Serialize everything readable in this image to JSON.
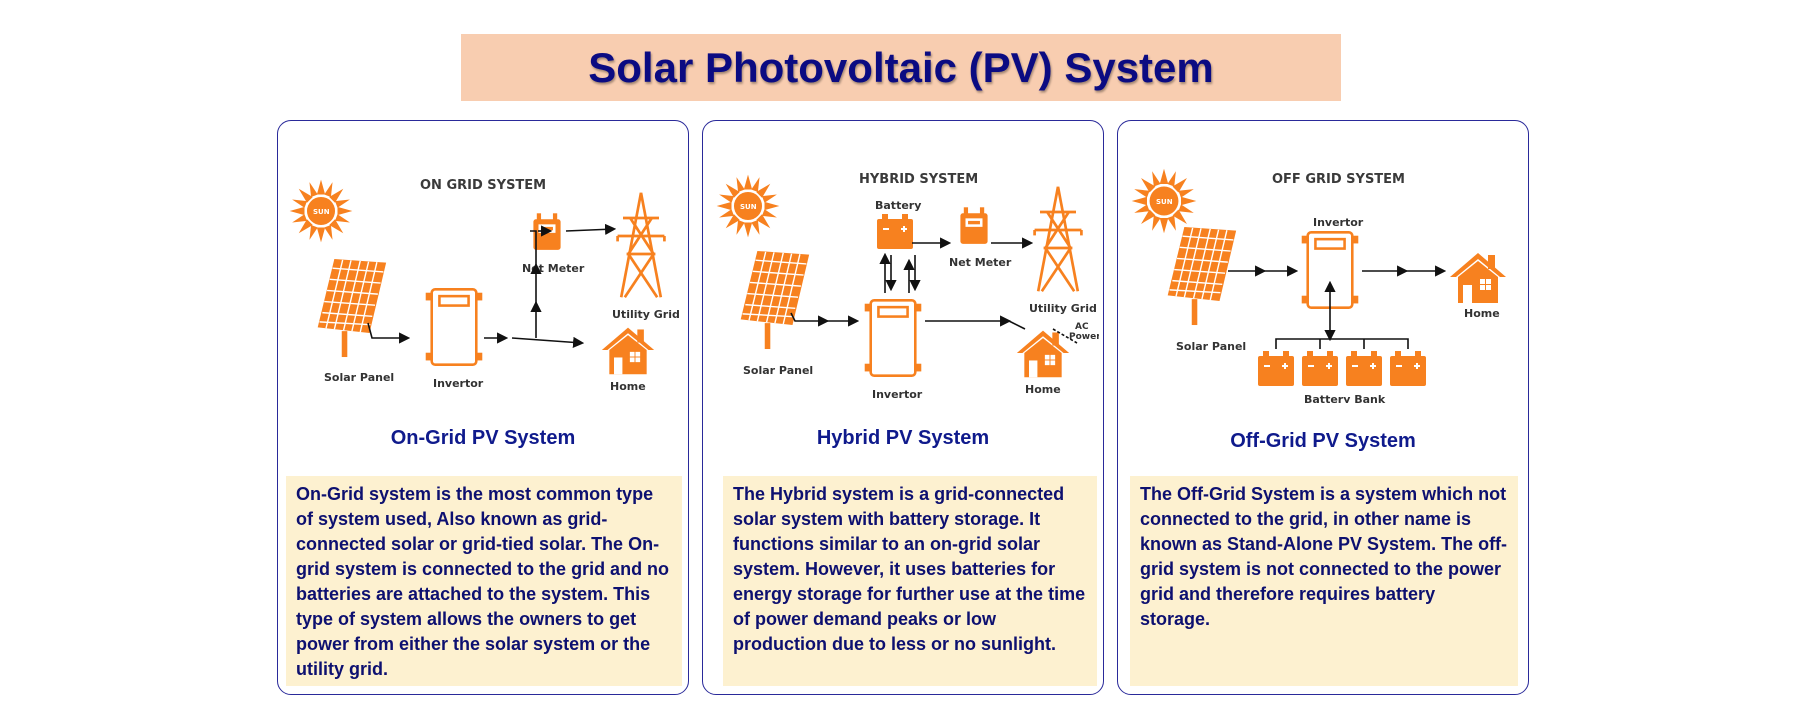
{
  "page_title": "Solar Photovoltaic (PV) System",
  "colors": {
    "accent": "#f7811f",
    "title": "#0b0b82",
    "title_bg": "#f8cdb0",
    "desc_bg": "#fdf1d0"
  },
  "panels": [
    {
      "diagram": {
        "header": "ON GRID SYSTEM",
        "sun": "SUN",
        "solar_panel": "Solar Panel",
        "invertor": "Invertor",
        "net_meter": "Net Meter",
        "utility_grid": "Utility Grid",
        "home": "Home"
      },
      "title": "On-Grid  PV System",
      "description": "On-Grid system is the most common type of system used, Also known as grid-connected solar or grid-tied solar. The On-grid system is connected to the grid and no batteries are attached to the system. This type of system allows the owners to get power from either the solar system or the utility grid."
    },
    {
      "diagram": {
        "header": "HYBRID SYSTEM",
        "sun": "SUN",
        "battery": "Battery",
        "solar_panel": "Solar Panel",
        "invertor": "Invertor",
        "net_meter": "Net Meter",
        "utility_grid": "Utility Grid",
        "ac_power_1": "AC",
        "ac_power_2": "Power",
        "home": "Home"
      },
      "title": "Hybrid  PV System",
      "description": "The Hybrid system is a grid-connected solar system with battery storage. It functions similar to an on-grid solar system. However, it uses batteries for energy storage for further use at the time of power demand peaks or low production due to less or no sunlight."
    },
    {
      "diagram": {
        "header": "OFF GRID SYSTEM",
        "sun": "SUN",
        "invertor": "Invertor",
        "solar_panel": "Solar Panel",
        "home": "Home",
        "battery_bank": "Battery Bank"
      },
      "title": "Off-Grid  PV System",
      "description": "The Off-Grid System is a system which not connected to the grid, in other name is known as Stand-Alone PV System. The off-grid system is not connected to the power grid and therefore requires battery storage."
    }
  ]
}
